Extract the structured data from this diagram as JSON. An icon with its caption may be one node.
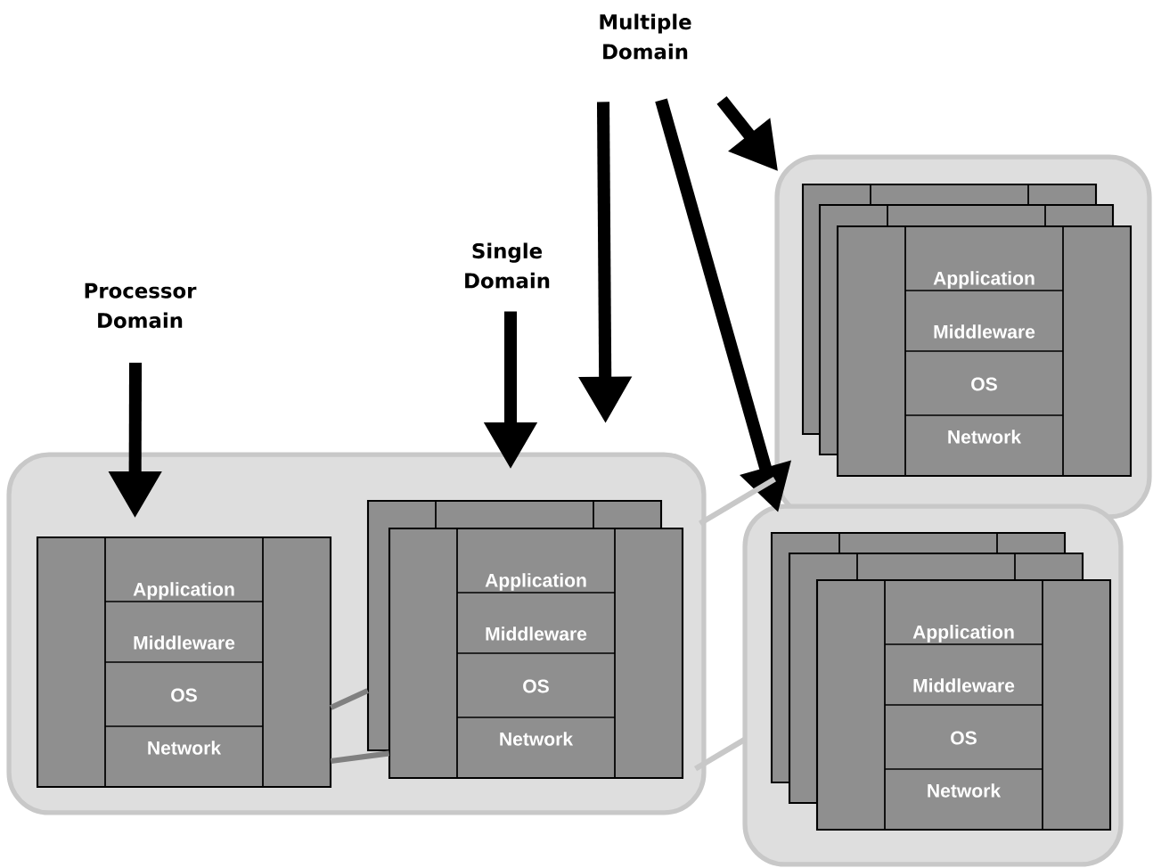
{
  "diagram": {
    "nodes": [
      {
        "text": [
          "Processor Domain"
        ]
      },
      {
        "text": [
          "Single Domain"
        ]
      },
      {
        "text": [
          "Multiple Domain"
        ]
      },
      {
        "text": [],
        "shape": "box"
      },
      {
        "text": [
          "Application",
          "Middleware",
          "OS",
          "Network"
        ],
        "in": 3
      },
      {
        "text": [
          "Application",
          "Middleware",
          "OS",
          "Network"
        ],
        "in": 3
      },
      {
        "text": [],
        "shape": "box"
      },
      {
        "text": [
          "Application",
          "Middleware",
          "OS",
          "Network"
        ],
        "in": 6
      },
      {
        "text": [],
        "shape": "box"
      },
      {
        "text": [
          "Application",
          "Middleware",
          "OS",
          "Network"
        ],
        "in": 8
      }
    ],
    "edges": [
      {
        "from": 0,
        "to": 4,
        "arrow": "to"
      },
      {
        "from": 1,
        "to": 5,
        "arrow": "to"
      },
      {
        "from": 2,
        "to": 3,
        "arrow": "to"
      },
      {
        "from": 2,
        "to": 8,
        "arrow": "to"
      },
      {
        "from": 2,
        "to": 6,
        "arrow": "to"
      },
      {
        "from": 4,
        "to": 5,
        "arrow": "none",
        "color": "#808080"
      },
      {
        "from": 4,
        "to": 5,
        "arrow": "none",
        "color": "#808080"
      },
      {
        "from": 3,
        "to": 6,
        "arrow": "none",
        "color": "#c8c8c8"
      },
      {
        "from": 3,
        "to": 8,
        "arrow": "none",
        "color": "#c8c8c8"
      }
    ]
  }
}
